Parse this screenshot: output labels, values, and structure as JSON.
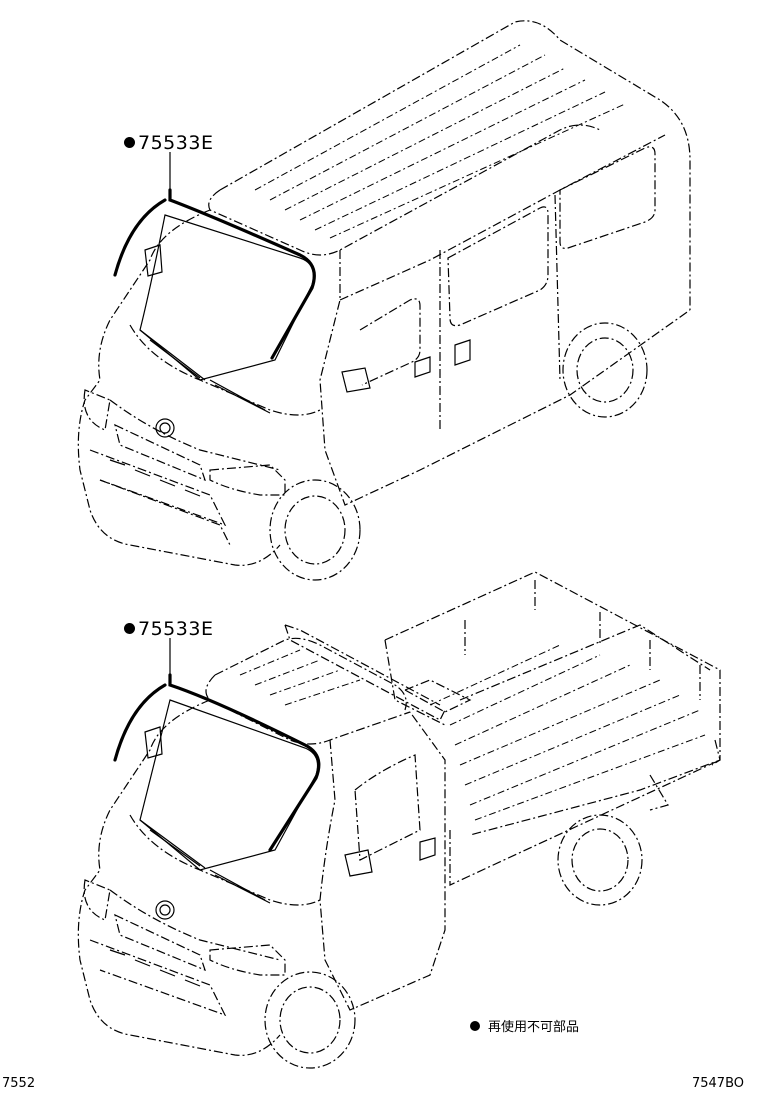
{
  "callouts": {
    "van_part": "75533E",
    "truck_part": "75533E"
  },
  "legend": {
    "text": "再使用不可部品"
  },
  "page": {
    "code_left": "7552",
    "code_right": "7547BO"
  },
  "icons": {
    "bullet": "filled-circle"
  }
}
